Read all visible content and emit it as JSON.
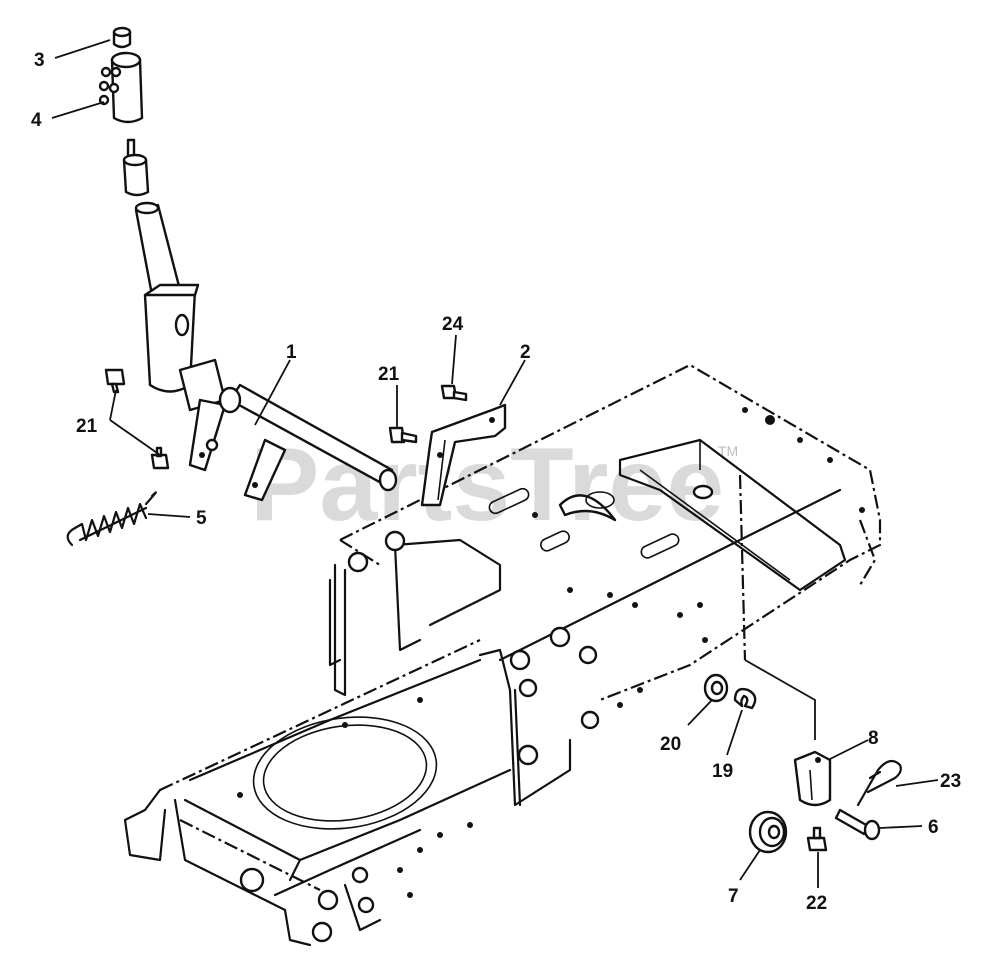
{
  "diagram": {
    "watermark": "PartsTree",
    "trademark": "TM",
    "callouts": [
      {
        "id": "3",
        "text": "3"
      },
      {
        "id": "4",
        "text": "4"
      },
      {
        "id": "1",
        "text": "1"
      },
      {
        "id": "21a",
        "text": "21"
      },
      {
        "id": "21b",
        "text": "21"
      },
      {
        "id": "24",
        "text": "24"
      },
      {
        "id": "2",
        "text": "2"
      },
      {
        "id": "5",
        "text": "5"
      },
      {
        "id": "20",
        "text": "20"
      },
      {
        "id": "19",
        "text": "19"
      },
      {
        "id": "8",
        "text": "8"
      },
      {
        "id": "23",
        "text": "23"
      },
      {
        "id": "6",
        "text": "6"
      },
      {
        "id": "7",
        "text": "7"
      },
      {
        "id": "22",
        "text": "22"
      }
    ]
  }
}
